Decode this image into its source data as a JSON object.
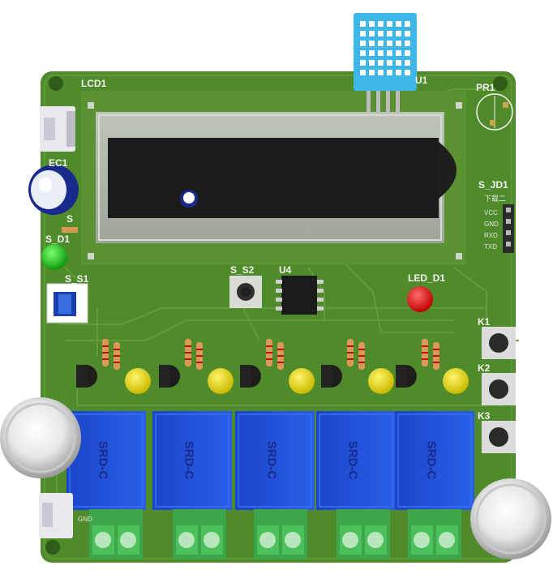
{
  "labels": {
    "lcd": "LCD1",
    "u1": "U1",
    "pr1": "PR1",
    "ec1": "EC1",
    "s_d1": "S_D1",
    "s_s1": "S_S1",
    "s_s2": "S_S2",
    "u4": "U4",
    "led_d1": "LED_D1",
    "s_jd1": "S_JD1",
    "jd_sub": "下载二",
    "k1": "K1",
    "k2": "K2",
    "k3": "K3",
    "s_short": "S",
    "gnd": "GND"
  },
  "header_pins": [
    "VCC",
    "GND",
    "RXD",
    "TXD"
  ],
  "relays": [
    {
      "text": "SRD-C"
    },
    {
      "text": "SRD-C"
    },
    {
      "text": "SRD-C"
    },
    {
      "text": "SRD-C"
    },
    {
      "text": "SRD-C"
    }
  ],
  "colors": {
    "pcb": "#4f8a2b",
    "pcb_dark": "#3f7422",
    "trace": "#5f9a37",
    "relay": "#1e4fd8",
    "terminal": "#3ea64a",
    "lcd_frame": "#a9b0a6",
    "lcd_screen": "#1a1a1a",
    "sensor": "#3fb6e8",
    "led_yellow": "#e6d80f",
    "led_red": "#e8141a",
    "led_green": "#1fbf1f"
  }
}
